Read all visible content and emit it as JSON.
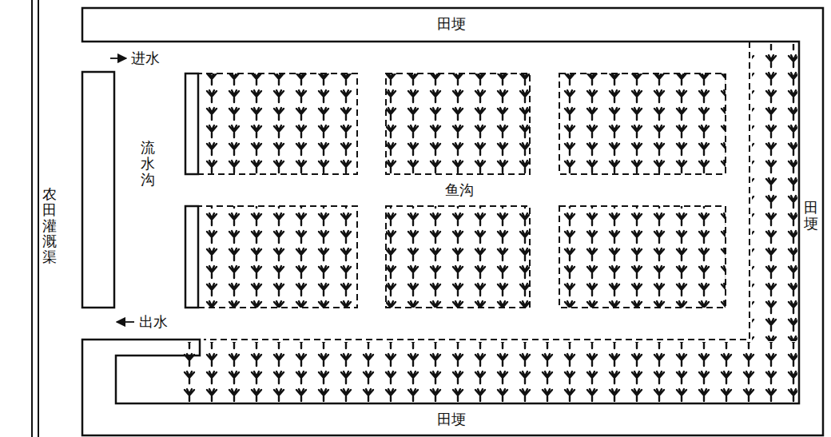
{
  "diagram": {
    "labels": [
      "田埂",
      "进水",
      "农田灌溉渠",
      "流水沟",
      "鱼沟",
      "田埂",
      "出水",
      "田埂"
    ]
  }
}
